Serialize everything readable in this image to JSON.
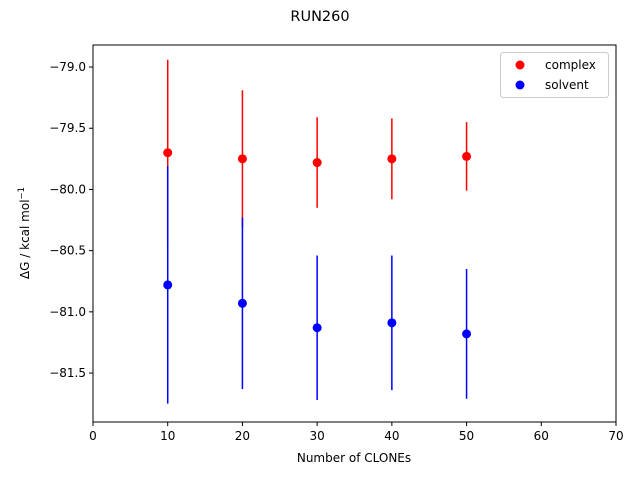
{
  "chart_data": {
    "type": "scatter",
    "title": "RUN260",
    "xlabel": "Number of CLONEs",
    "ylabel": "ΔG / kcal mol",
    "ylabel_exponent": "−1",
    "xlim": [
      0,
      70
    ],
    "ylim": [
      -81.9,
      -78.82
    ],
    "xticks": [
      0,
      10,
      20,
      30,
      40,
      50,
      60,
      70
    ],
    "xtick_labels": [
      "0",
      "10",
      "20",
      "30",
      "40",
      "50",
      "60",
      "70"
    ],
    "yticks": [
      -79.0,
      -79.5,
      -80.0,
      -80.5,
      -81.0,
      -81.5
    ],
    "ytick_labels": [
      "−79.0",
      "−79.5",
      "−80.0",
      "−80.5",
      "−81.0",
      "−81.5"
    ],
    "grid": false,
    "legend_position": "top-right",
    "series": [
      {
        "name": "complex",
        "color": "#ff0000",
        "x": [
          10,
          20,
          30,
          40,
          50
        ],
        "y": [
          -79.7,
          -79.75,
          -79.78,
          -79.75,
          -79.73
        ],
        "yerr": [
          0.76,
          0.56,
          0.37,
          0.33,
          0.28
        ]
      },
      {
        "name": "solvent",
        "color": "#0000ff",
        "x": [
          10,
          20,
          30,
          40,
          50
        ],
        "y": [
          -80.78,
          -80.93,
          -81.13,
          -81.09,
          -81.18
        ],
        "yerr": [
          0.97,
          0.7,
          0.59,
          0.55,
          0.53
        ]
      }
    ]
  }
}
